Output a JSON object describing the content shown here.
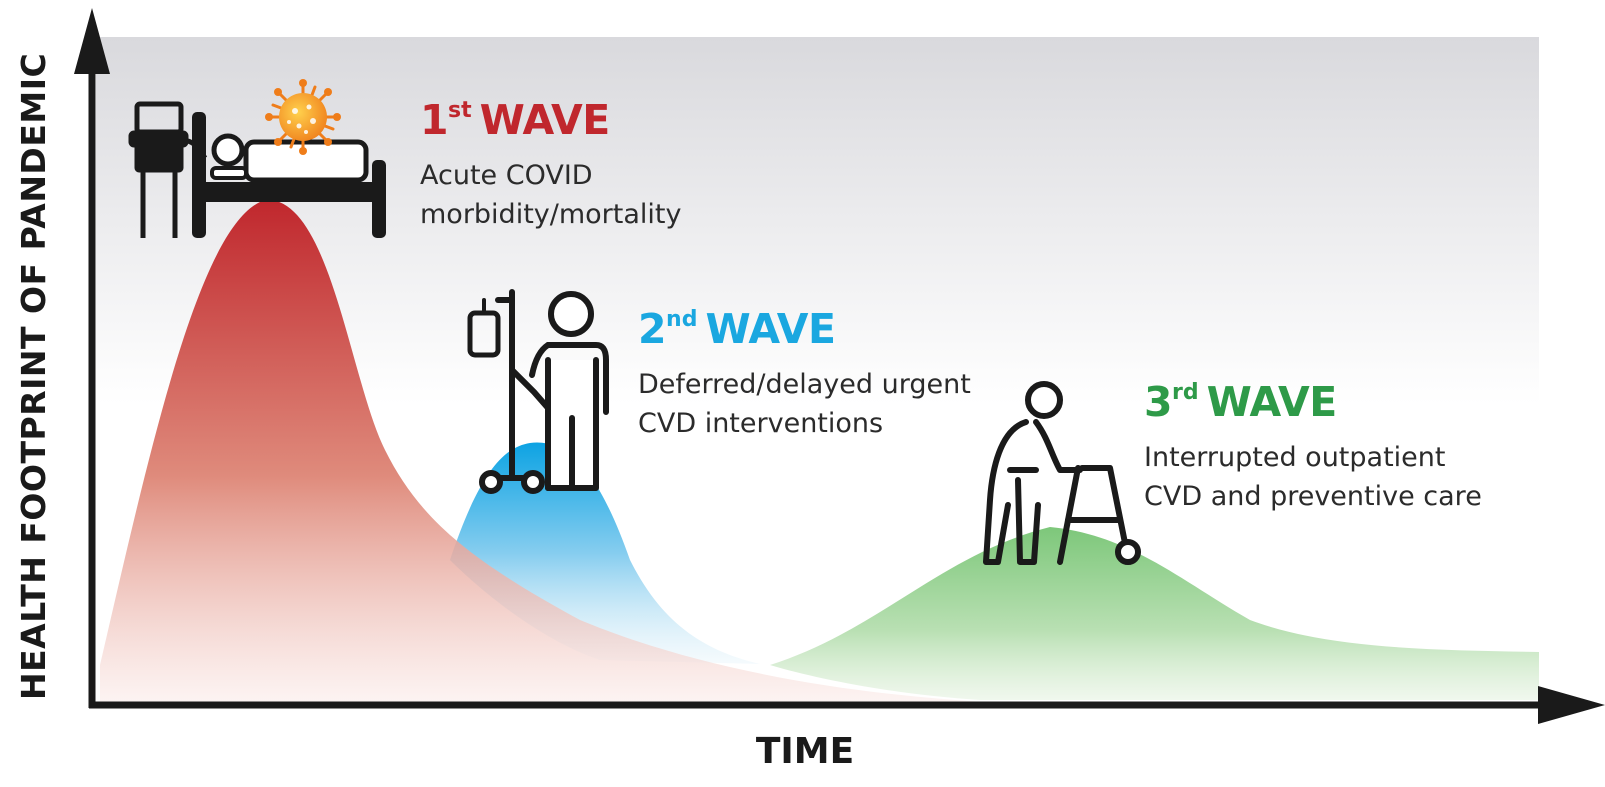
{
  "axes": {
    "y_label": "HEALTH FOOTPRINT OF PANDEMIC",
    "x_label": "TIME"
  },
  "waves": [
    {
      "ordinal_number": "1",
      "ordinal_suffix": "st",
      "word": "WAVE",
      "color": "#c0272d",
      "desc_line1": "Acute COVID",
      "desc_line2": "morbidity/mortality",
      "icon": "hospital-bed-ventilator-virus-icon"
    },
    {
      "ordinal_number": "2",
      "ordinal_suffix": "nd",
      "word": "WAVE",
      "color": "#1aa7e0",
      "desc_line1": "Deferred/delayed urgent",
      "desc_line2": "CVD interventions",
      "icon": "patient-iv-drip-icon"
    },
    {
      "ordinal_number": "3",
      "ordinal_suffix": "rd",
      "word": "WAVE",
      "color": "#2e9a48",
      "desc_line1": "Interrupted outpatient",
      "desc_line2": "CVD and preventive care",
      "icon": "elderly-walker-icon"
    }
  ],
  "colors": {
    "axis": "#1a1a1a",
    "virus": "#f08a24",
    "first_wave_fill": "#c0272d",
    "second_wave_fill": "#1aa7e0",
    "third_wave_fill": "#5cb85c"
  }
}
